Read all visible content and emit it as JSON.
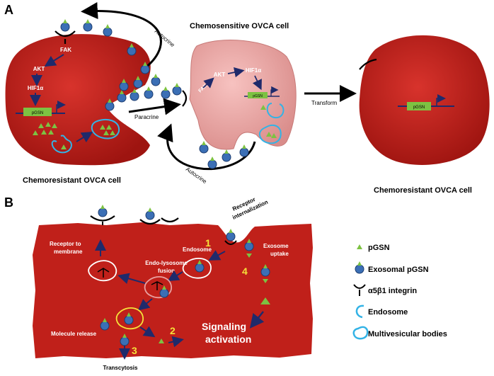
{
  "panel_a": {
    "label": "A",
    "cell_left_title": "Chemoresistant OVCA cell",
    "cell_middle_title": "Chemosensitive OVCA cell",
    "cell_right_title": "Chemoresistant OVCA cell",
    "fak": "FAK",
    "akt": "AKT",
    "hif": "HIF1α",
    "pgsn_box": "pGSN",
    "autocrine_top": "Autocrine",
    "autocrine_bottom": "Autocrine",
    "paracrine": "Paracrine",
    "transform": "Transform",
    "mid_fak": "FAK",
    "mid_akt": "AKT",
    "mid_hif": "HIF1α",
    "mid_pgsn_box": "pGSN",
    "right_pgsn_box": "pGSN"
  },
  "panel_b": {
    "label": "B",
    "receptor_internalization_1": "Receptor",
    "receptor_internalization_2": "internalization",
    "receptor_to_membrane_1": "Receptor to",
    "receptor_to_membrane_2": "membrane",
    "endosome": "Endosome",
    "endo_lysosome_1": "Endo-lysosome",
    "endo_lysosome_2": "fusion",
    "exosome_uptake_1": "Exosome",
    "exosome_uptake_2": "uptake",
    "molecule_release": "Molecule release",
    "signaling_1": "Signaling",
    "signaling_2": "activation",
    "transcytosis": "Transcytosis",
    "num1": "1",
    "num2": "2",
    "num3": "3",
    "num4": "4"
  },
  "legend": {
    "pgsn": "pGSN",
    "exosomal_pgsn": "Exosomal pGSN",
    "integrin": "α5β1 integrin",
    "endosome": "Endosome",
    "mvb": "Multivesicular bodies"
  },
  "colors": {
    "cell_red": "#c0201a",
    "cell_pink": "#e8a0a0",
    "exosome_blue": "#3b6fb5",
    "pgsn_green": "#7dc242",
    "arrow_navy": "#1f2a6b",
    "endosome_cyan": "#33b3e6",
    "number_yellow": "#f5e23a"
  }
}
